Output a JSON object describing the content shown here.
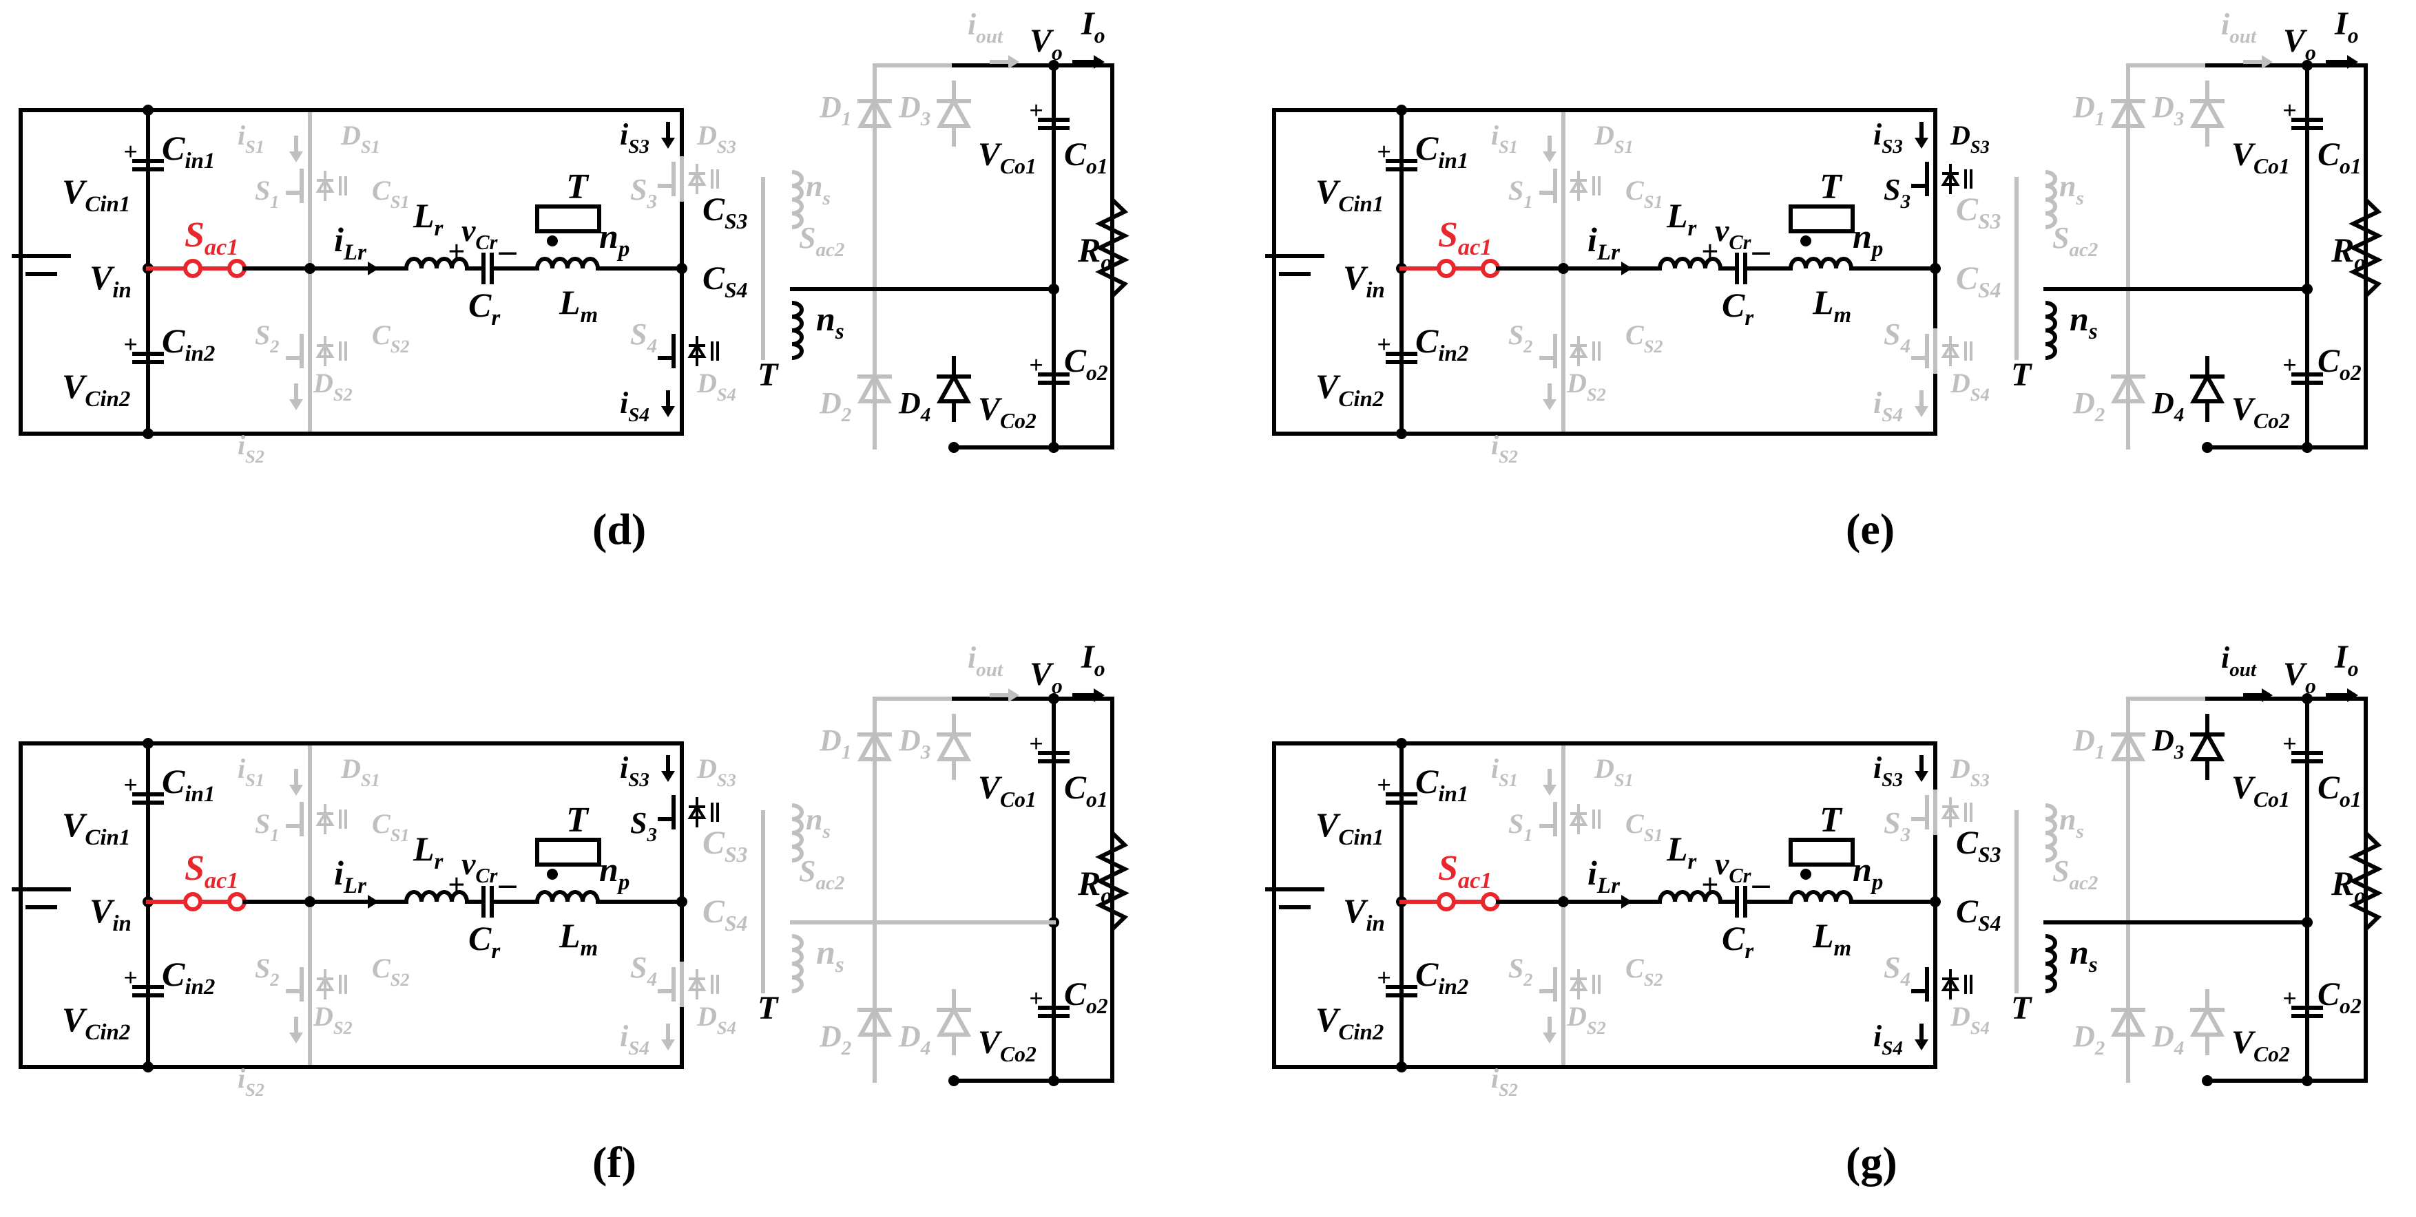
{
  "colors": {
    "active": "#000000",
    "inactive": "#bfbfbf",
    "switch": "#e8262b"
  },
  "labels": {
    "Vin": [
      "V",
      "in"
    ],
    "Cin1": [
      "C",
      "in1"
    ],
    "Cin2": [
      "C",
      "in2"
    ],
    "VCin1": [
      "V",
      "Cin1"
    ],
    "VCin2": [
      "V",
      "Cin2"
    ],
    "Sac1": [
      "S",
      "ac1"
    ],
    "iLr": [
      "i",
      "Lr"
    ],
    "Lr": [
      "L",
      "r"
    ],
    "vCr": [
      "v",
      "Cr"
    ],
    "Cr": [
      "C",
      "r"
    ],
    "T": [
      "T",
      ""
    ],
    "np": [
      "n",
      "p"
    ],
    "Lm": [
      "L",
      "m"
    ],
    "ns": [
      "n",
      "s"
    ],
    "iS1": [
      "i",
      "S1"
    ],
    "iS2": [
      "i",
      "S2"
    ],
    "iS3": [
      "i",
      "S3"
    ],
    "iS4": [
      "i",
      "S4"
    ],
    "DS1": [
      "D",
      "S1"
    ],
    "DS2": [
      "D",
      "S2"
    ],
    "DS3": [
      "D",
      "S3"
    ],
    "DS4": [
      "D",
      "S4"
    ],
    "CS1": [
      "C",
      "S1"
    ],
    "CS2": [
      "C",
      "S2"
    ],
    "CS3": [
      "C",
      "S3"
    ],
    "CS4": [
      "C",
      "S4"
    ],
    "S1": [
      "S",
      "1"
    ],
    "S2": [
      "S",
      "2"
    ],
    "S3": [
      "S",
      "3"
    ],
    "S4": [
      "S",
      "4"
    ],
    "Sac2": [
      "S",
      "ac2"
    ],
    "D1": [
      "D",
      "1"
    ],
    "D2": [
      "D",
      "2"
    ],
    "D3": [
      "D",
      "3"
    ],
    "D4": [
      "D",
      "4"
    ],
    "iout": [
      "i",
      "out"
    ],
    "Vo": [
      "V",
      "o"
    ],
    "Io": [
      "I",
      "o"
    ],
    "VCo1": [
      "V",
      "Co1"
    ],
    "VCo2": [
      "V",
      "Co2"
    ],
    "Co1": [
      "C",
      "o1"
    ],
    "Co2": [
      "C",
      "o2"
    ],
    "Ro": [
      "R",
      "o"
    ]
  },
  "panels": [
    {
      "caption": "(d)",
      "active": [
        "iLr",
        "Lr",
        "vCr",
        "Cr",
        "T",
        "np",
        "Lm",
        "ns",
        "iS3",
        "iS4",
        "CS3",
        "CS4",
        "D4",
        "VCo2",
        "Vo",
        "Io",
        "VCo1",
        "Co1",
        "Co2",
        "Ro"
      ]
    },
    {
      "caption": "(e)",
      "active": [
        "iLr",
        "Lr",
        "vCr",
        "Cr",
        "T",
        "np",
        "Lm",
        "ns",
        "iS3",
        "DS3",
        "S3",
        "D4",
        "VCo2",
        "Vo",
        "Io",
        "VCo1",
        "Co1",
        "Co2",
        "Ro"
      ]
    },
    {
      "caption": "(f)",
      "active": [
        "iLr",
        "Lr",
        "vCr",
        "Cr",
        "T",
        "np",
        "Lm",
        "iS3",
        "S3",
        "Vo",
        "Io",
        "VCo1",
        "Co1",
        "Co2",
        "VCo2",
        "Ro"
      ]
    },
    {
      "caption": "(g)",
      "active": [
        "iLr",
        "Lr",
        "vCr",
        "Cr",
        "T",
        "np",
        "Lm",
        "ns",
        "iS3",
        "iS4",
        "CS3",
        "CS4",
        "D3",
        "iout",
        "Vo",
        "Io",
        "VCo1",
        "Co1",
        "Co2",
        "VCo2",
        "Ro"
      ]
    }
  ]
}
